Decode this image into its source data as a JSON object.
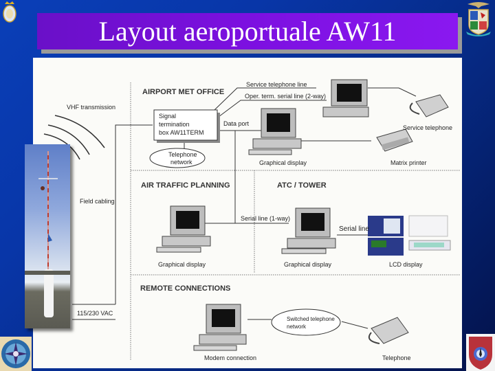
{
  "slide": {
    "title": "Layout aeroportuale AW11"
  },
  "emblems": {
    "top_left": "crest-emblem",
    "top_right": "air-force-coat-of-arms",
    "bottom_left": "compass-rose-emblem",
    "bottom_right": "command-shield-emblem"
  },
  "diagram": {
    "sections": {
      "met_office": "AIRPORT MET OFFICE",
      "air_traffic_planning": "AIR TRAFFIC PLANNING",
      "atc_tower": "ATC / TOWER",
      "remote_connections": "REMOTE CONNECTIONS"
    },
    "labels": {
      "vhf": "VHF transmission",
      "field_cabling": "Field cabling",
      "power": "115/230 VAC",
      "signal_box_line1": "Signal",
      "signal_box_line2": "termination",
      "signal_box_line3": "box AW11TERM",
      "telephone_network_line1": "Telephone",
      "telephone_network_line2": "network",
      "data_port": "Data port",
      "service_telephone_line": "Service telephone line",
      "oper_term_serial_line": "Oper. term. serial line (2-way)",
      "met_graphical_display": "Graphical display",
      "service_telephone": "Service telephone",
      "matrix_printer": "Matrix printer",
      "serial_line_1way": "Serial line (1-way)",
      "atp_graphical_display": "Graphical display",
      "atc_graphical_display": "Graphical display",
      "serial_line": "Serial line",
      "lcd_display": "LCD display",
      "switched_network_line1": "Switched telephone",
      "switched_network_line2": "network",
      "modem_connection": "Modem connection",
      "telephone": "Telephone"
    }
  }
}
